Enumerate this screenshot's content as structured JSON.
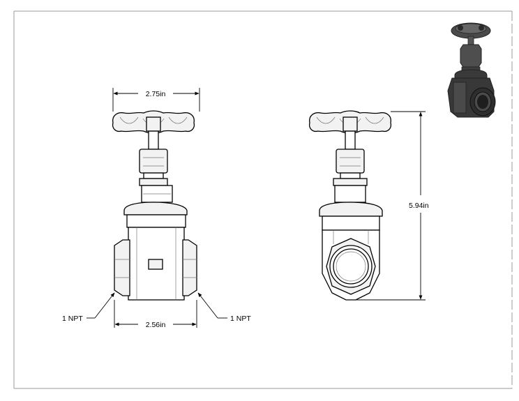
{
  "drawing": {
    "dimensions": {
      "top_width": "2.75in",
      "bottom_width": "2.56in",
      "height": "5.94in",
      "left_port": "1 NPT",
      "right_port": "1 NPT"
    },
    "colors": {
      "line": "#000000",
      "border": "#9a9a9a",
      "iso_body": "#3a3a3a"
    }
  }
}
